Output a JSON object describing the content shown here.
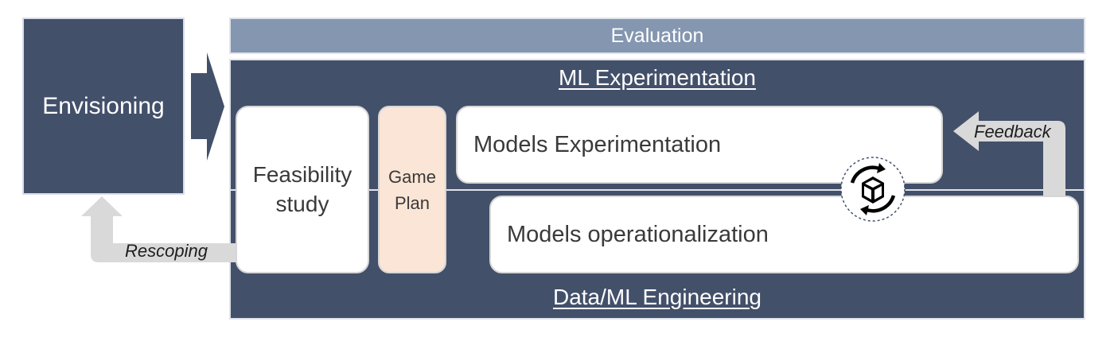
{
  "envisioning": {
    "label": "Envisioning"
  },
  "evaluation": {
    "label": "Evaluation"
  },
  "ml_experimentation": {
    "title": "ML Experimentation"
  },
  "data_ml_engineering": {
    "title": "Data/ML Engineering"
  },
  "feasibility": {
    "line1": "Feasibility",
    "line2": "study"
  },
  "game_plan": {
    "line1": "Game",
    "line2": "Plan"
  },
  "models_experimentation": {
    "label": "Models Experimentation"
  },
  "models_operationalization": {
    "label": "Models operationalization"
  },
  "feedback": {
    "label": "Feedback"
  },
  "rescoping": {
    "label": "Rescoping"
  },
  "colors": {
    "navy": "#43506a",
    "evaluation": "#8496b0",
    "game_plan": "#fbe5d6",
    "arrow": "#d9d9d9"
  },
  "icons": {
    "cycle": "package-cycle-icon"
  }
}
